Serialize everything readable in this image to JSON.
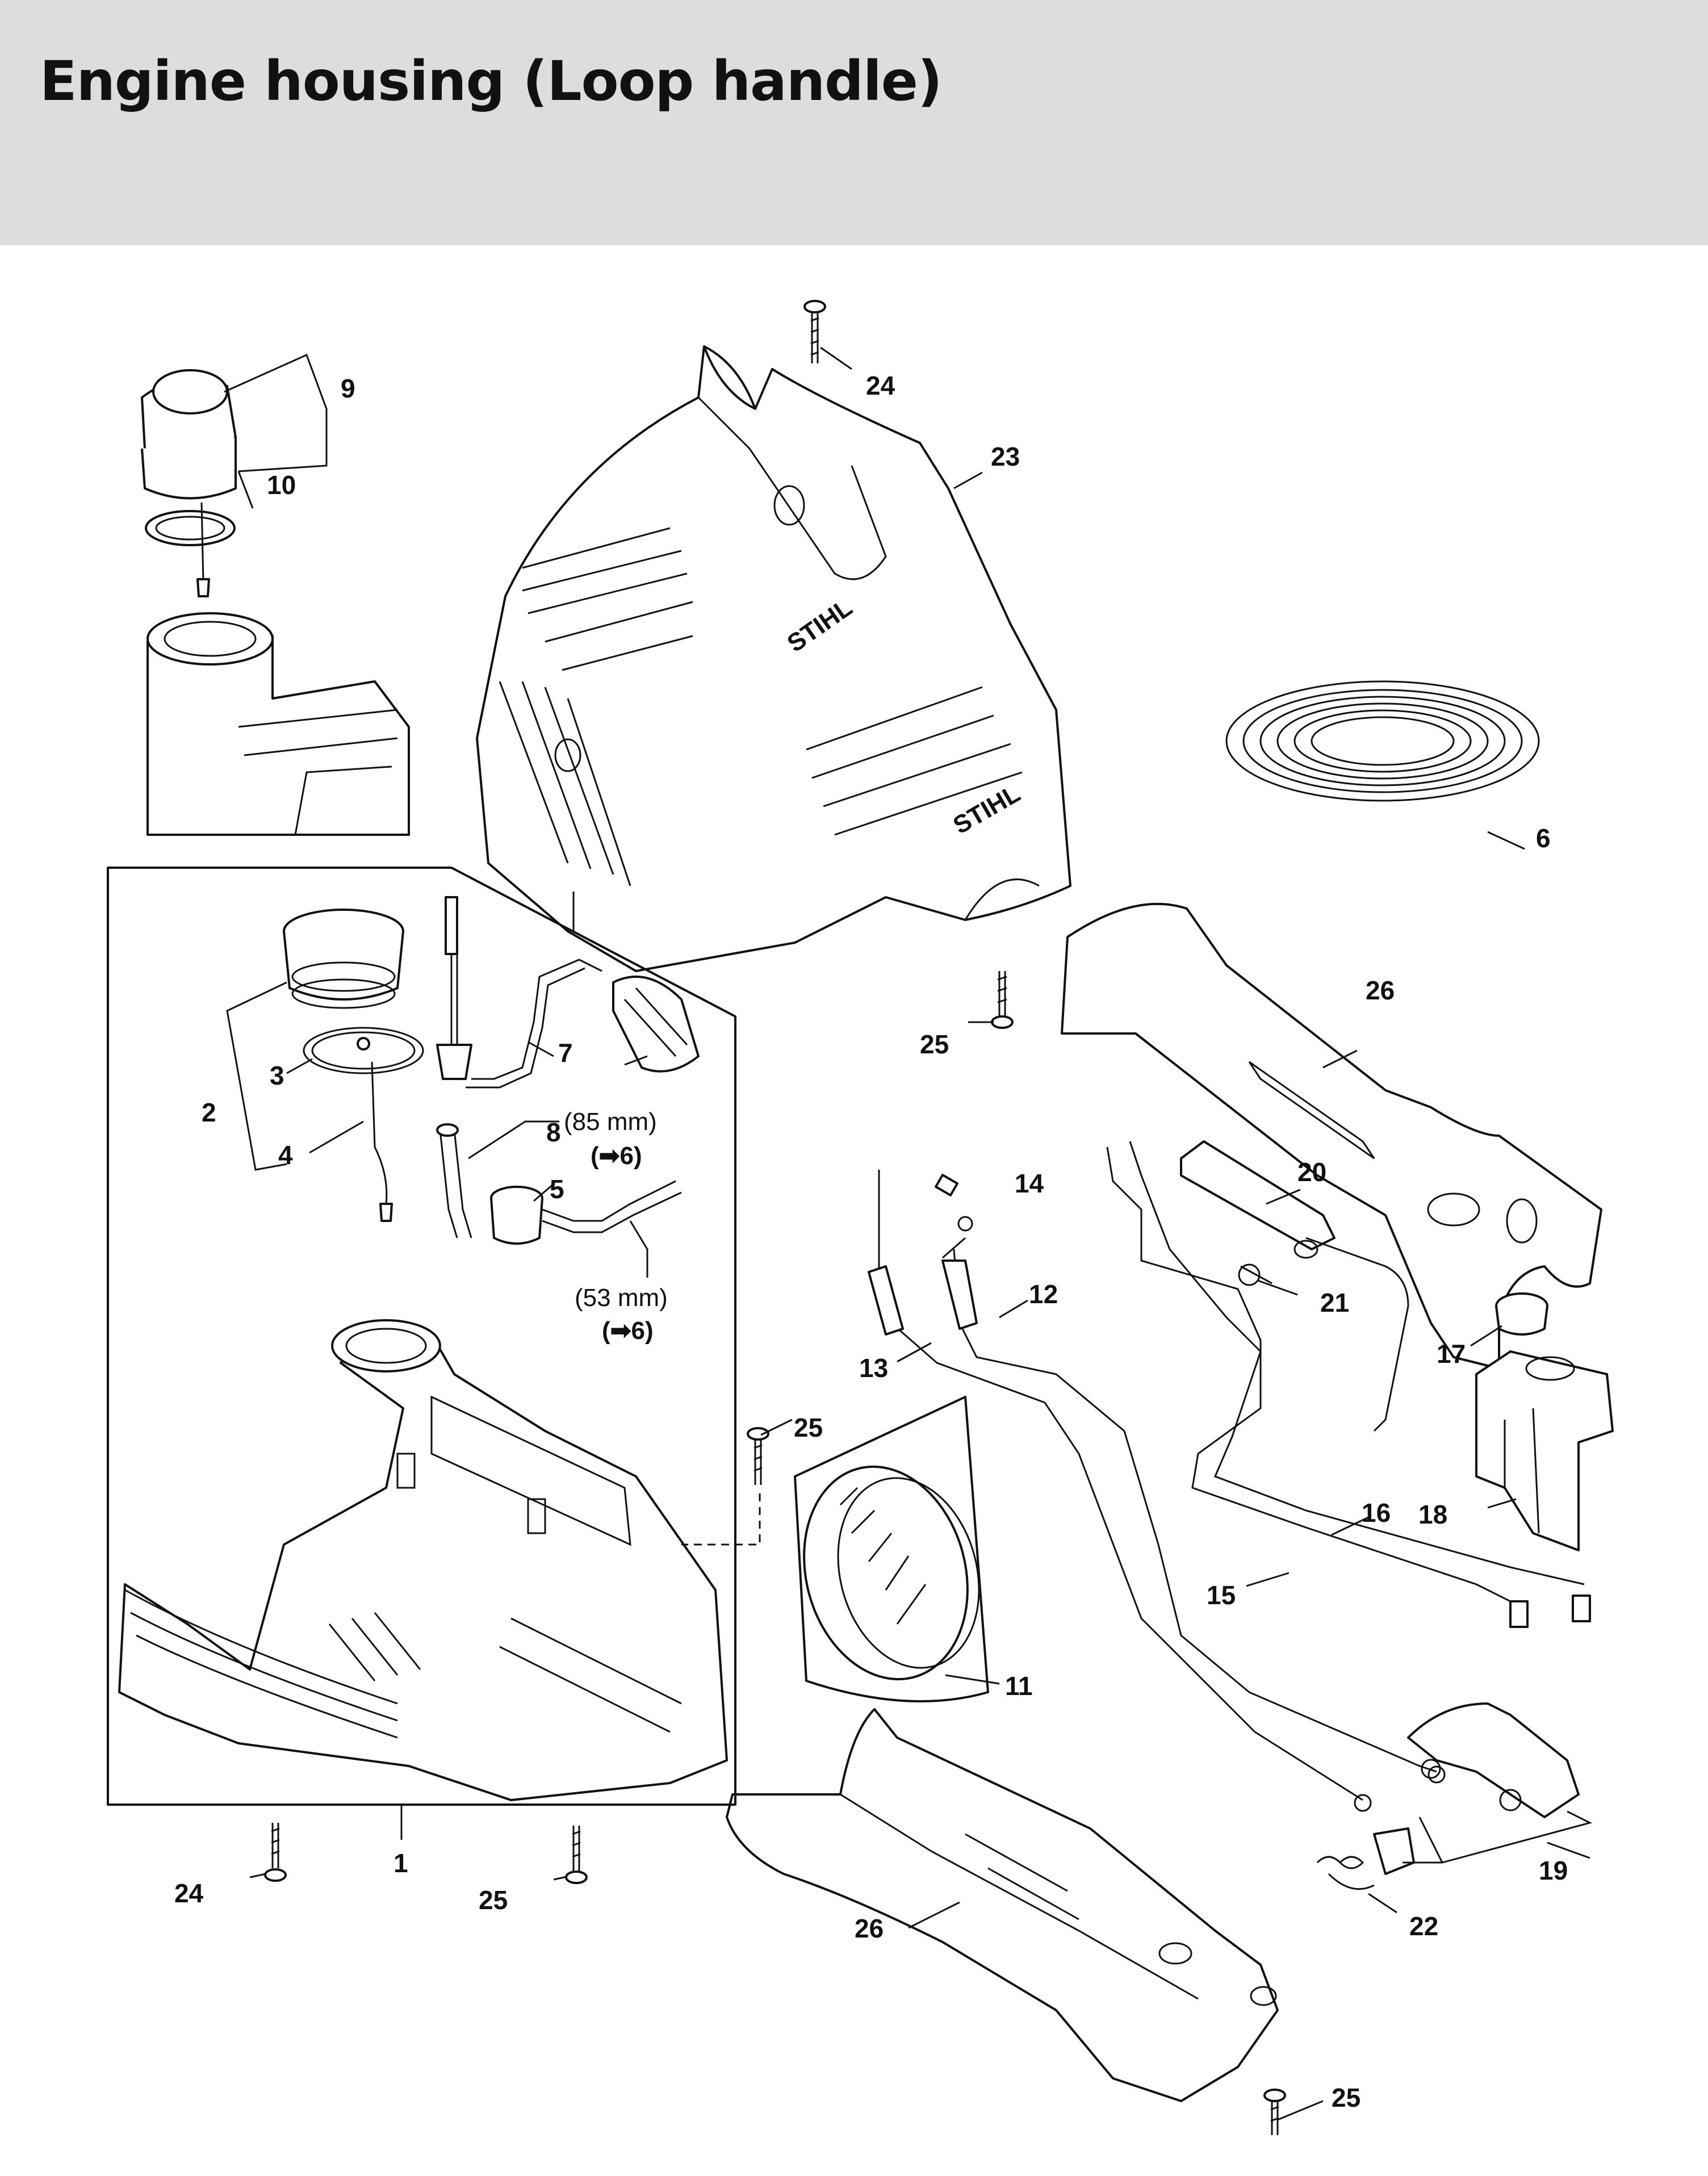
{
  "title": "Engine housing (Loop handle)",
  "brand": "STIHL",
  "notes": {
    "hose_long": "(85 mm)",
    "hose_long_ref": "(➡6)",
    "hose_short": "(53 mm)",
    "hose_short_ref": "(➡6)"
  },
  "callouts": {
    "p1": "1",
    "p2": "2",
    "p3": "3",
    "p4": "4",
    "p5": "5",
    "p6": "6",
    "p7": "7",
    "p8": "8",
    "p9": "9",
    "p10": "10",
    "p11": "11",
    "p12": "12",
    "p13": "13",
    "p14": "14",
    "p15": "15",
    "p16": "16",
    "p17": "17",
    "p18": "18",
    "p19": "19",
    "p20": "20",
    "p21": "21",
    "p22": "22",
    "p23": "23",
    "p24a": "24",
    "p24b": "24",
    "p25a": "25",
    "p25b": "25",
    "p25c": "25",
    "p25d": "25",
    "p26a": "26",
    "p26b": "26"
  }
}
